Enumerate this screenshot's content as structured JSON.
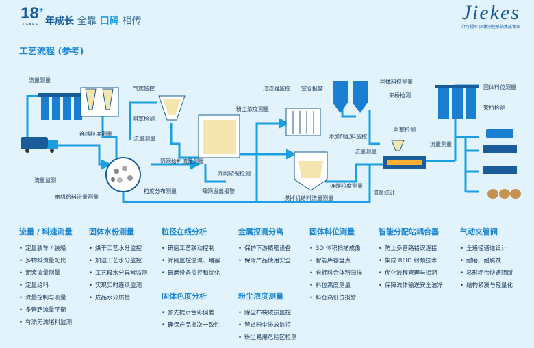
{
  "header": {
    "badge_num": "18",
    "badge_plus": "+",
    "badge_tiny": "JIEKES",
    "slogan_a": "年成长",
    "slogan_b": "全靠",
    "slogan_c": "口碑",
    "slogan_d": "相传",
    "logo_mark": "Jiekes",
    "logo_sub": "介可视® 固体测控系统集成专家"
  },
  "section_title": "工艺流程 (参考)",
  "labels": {
    "l1": "流量测量",
    "l2": "连续粒度测量",
    "l3": "气旋监控",
    "l4": "阻塞检测",
    "l5": "流量测量",
    "l6": "粉尘浓度测量",
    "l7": "筛网给料流量测量",
    "l8": "筛网破裂检测",
    "l9": "筛网溢出报警",
    "l10": "粒度分布测量",
    "l11": "流量监测",
    "l12": "磨机给料流量测量",
    "l13": "过滤器监控",
    "l14": "空仓报警",
    "l15": "添加剂配料监控",
    "l16": "固体料位测量",
    "l17": "架桥检测",
    "l18": "阻塞检测",
    "l19": "流量测量",
    "l20": "连续粒度测量",
    "l21": "搅拌机给料流量测量",
    "l22": "流量统计",
    "l23": "固体料位测量",
    "l24": "架桥检测",
    "l25": "流量测量"
  },
  "features": [
    {
      "title": "流量 / 料速测量",
      "items": [
        "定量装车 / 装船",
        "多物料流量配比",
        "泥浆流量测量",
        "定量给料",
        "流量控制与测量",
        "多管路流量平衡",
        "有流无流堵料监测"
      ]
    },
    {
      "title": "固体水份测量",
      "items": [
        "烘干工艺水分监控",
        "加湿工艺水分监控",
        "工艺段水分异常监测",
        "实现实时连续监测",
        "成品水分质检"
      ]
    },
    {
      "title": "粒径在线分析",
      "items": [
        "研磨工艺联动控制",
        "筛网监控溢流、堵塞",
        "碾磨设备监控和优化"
      ]
    },
    {
      "title": "固体色度分析",
      "items": [
        "预先提示色彩偏差",
        "确保产品批次一致性"
      ]
    },
    {
      "title": "金属探测分离",
      "items": [
        "保护下游精密设备",
        "保障产品使用安全"
      ]
    },
    {
      "title": "粉尘浓度测量",
      "items": [
        "除尘布袋破损监控",
        "管道粉尘排放监控",
        "粉尘易爆危险区检测"
      ]
    },
    {
      "title": "固体料位测量",
      "items": [
        "3D 体积扫描成像",
        "智能库存盘点",
        "仓棚料合体积扫描",
        "料位高度测量",
        "料仓高低位报警"
      ]
    },
    {
      "title": "智能分配站耦合器",
      "items": [
        "防止多管路错误连接",
        "集成 RFID 射频技术",
        "优化流程管理与追溯",
        "保障流体输送安全洁净"
      ]
    },
    {
      "title": "气动夹管阀",
      "items": [
        "全通径通道设计",
        "耐磨、耐腐蚀",
        "易形闭合快速阻断",
        "结构紧凑与轻量化"
      ]
    }
  ]
}
